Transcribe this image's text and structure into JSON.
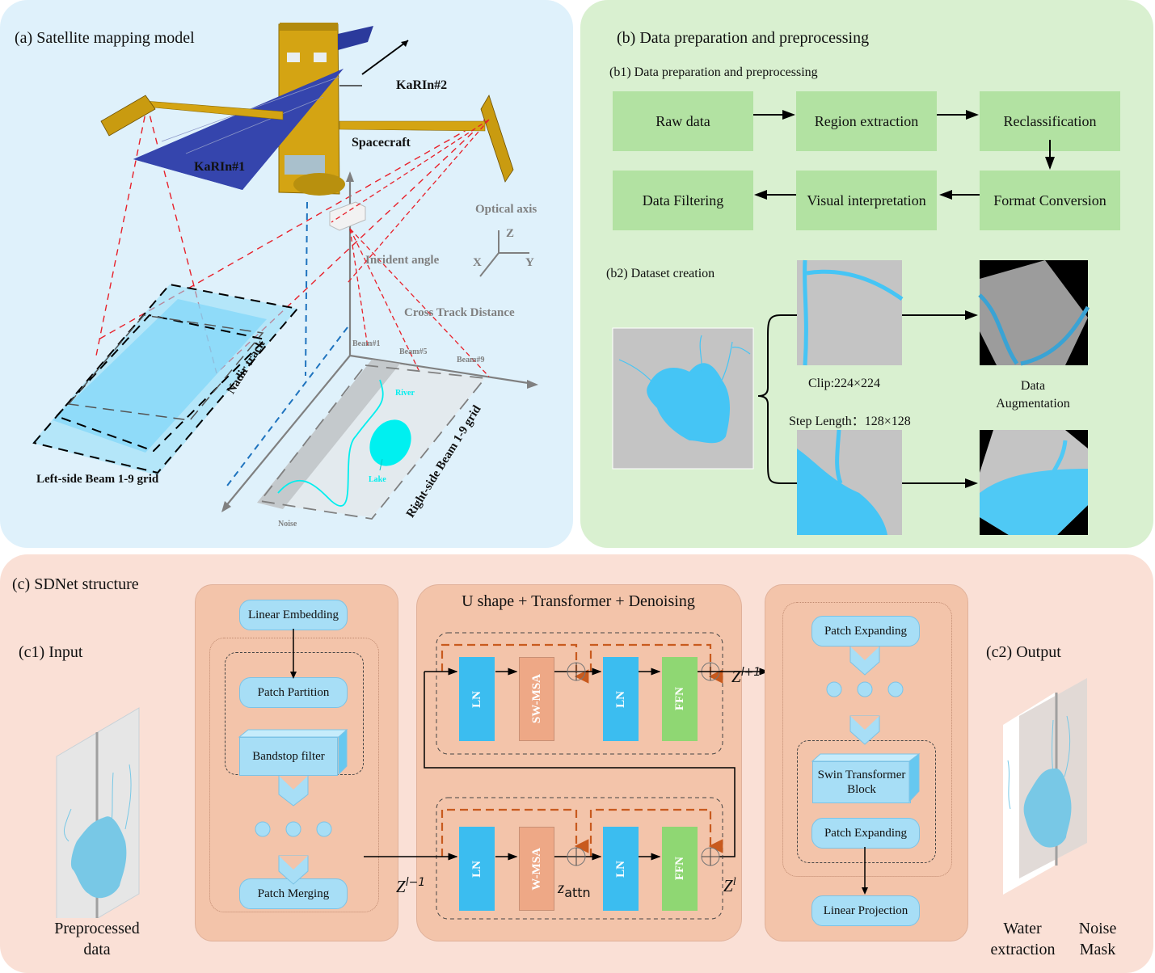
{
  "panel_a": {
    "title": "(a) Satellite mapping model",
    "labels": {
      "karin2": "KaRIn#2",
      "karin1": "KaRIn#1",
      "spacecraft": "Spacecraft",
      "optical_axis": "Optical axis",
      "axis_z": "Z",
      "axis_x": "X",
      "axis_y": "Y",
      "incident_angle": "Incident angle",
      "cross_track": "Cross Track Distance",
      "beam1": "Beam#1",
      "beam5": "Beam#5",
      "beam9": "Beam#9",
      "nadir_track": "Nadir track",
      "river": "River",
      "lake": "Lake",
      "noise": "Noise",
      "left_grid": "Left-side Beam 1-9 grid",
      "right_grid": "Right-side Beam 1-9 grid"
    },
    "colors": {
      "background": "#dff1fb",
      "beam_ray": "#e8202a",
      "nadir": "#1e73be",
      "water": "#00f0f0",
      "gold": "#d4a413",
      "solar": "#2b3a9c"
    }
  },
  "panel_b": {
    "title": "(b)  Data preparation and preprocessing",
    "b1_title": "(b1) Data preparation and preprocessing",
    "flow": [
      "Raw data",
      "Region extraction",
      "Reclassification",
      "Format Conversion",
      "Visual interpretation",
      "Data Filtering"
    ],
    "b2_title": "(b2) Dataset creation",
    "clip_label": "Clip:224×224",
    "step_label": "Step Length：128×128",
    "augmentation_label_1": "Data",
    "augmentation_label_2": "Augmentation",
    "colors": {
      "background": "#d9f0d0",
      "box": "#b2e2a2",
      "water": "#45c5f5",
      "land": "#c4c4c4"
    }
  },
  "panel_c": {
    "title": "(c)  SDNet structure",
    "input_title": "(c1) Input",
    "input_caption_1": "Preprocessed",
    "input_caption_2": "data",
    "encoder": {
      "linear_embedding": "Linear Embedding",
      "patch_partition": "Patch Partition",
      "bandstop_filter": "Bandstop filter",
      "patch_merging": "Patch Merging"
    },
    "bottleneck": {
      "title": "U shape + Transformer + Denoising",
      "top_row": [
        "LN",
        "SW-MSA",
        "LN",
        "FFN"
      ],
      "bottom_row": [
        "LN",
        "W-MSA",
        "LN",
        "FFN"
      ],
      "z_in": "Z",
      "z_in_sup": "l−1",
      "z_attn": "z",
      "z_attn_sub": "attn",
      "z_out": "Z",
      "z_out_sup": "l",
      "z_next": "Z",
      "z_next_sup": "l+1"
    },
    "decoder": {
      "patch_expanding_1": "Patch Expanding",
      "swin_block": "Swin Transformer Block",
      "patch_expanding_2": "Patch Expanding",
      "linear_projection": "Linear Projection"
    },
    "output_title": "(c2) Output",
    "output_caption_water_1": "Water",
    "output_caption_water_2": "extraction",
    "output_caption_noise_1": "Noise",
    "output_caption_noise_2": "Mask",
    "colors": {
      "background": "#fae0d6",
      "module": "#f3c4aa",
      "ln": "#3bbdf0",
      "msa": "#eea886",
      "ffn": "#8fd773",
      "skip": "#c85a1e"
    }
  }
}
